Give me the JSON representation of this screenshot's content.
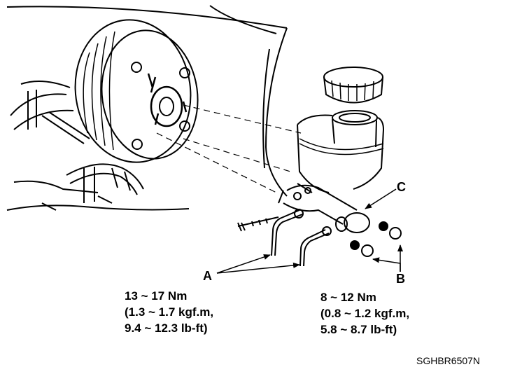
{
  "callouts": {
    "a": "A",
    "b": "B",
    "c": "C"
  },
  "torque_a": {
    "line1": "13 ~ 17 Nm",
    "line2": "(1.3 ~ 1.7 kgf.m,",
    "line3": "9.4 ~ 12.3 lb-ft)"
  },
  "torque_b": {
    "line1": "8 ~ 12 Nm",
    "line2": "(0.8 ~ 1.2 kgf.m,",
    "line3": "5.8 ~ 8.7 lb-ft)"
  },
  "figure_code": "SGHBR6507N",
  "colors": {
    "ink": "#000000",
    "paper": "#ffffff"
  }
}
